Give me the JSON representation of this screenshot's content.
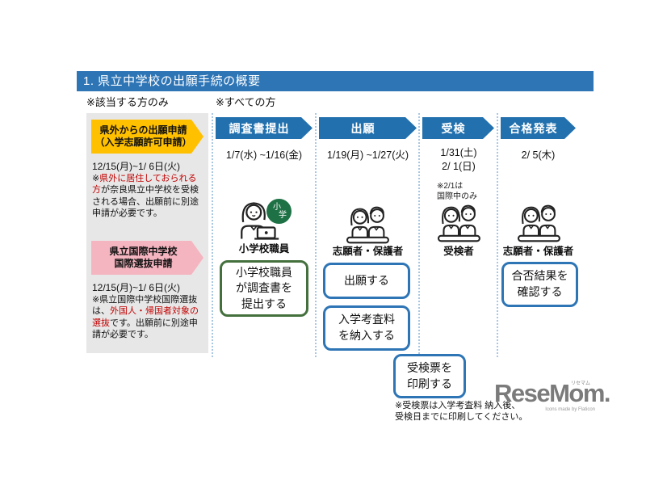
{
  "header": {
    "title": "1. 県立中学校の出願手続の概要"
  },
  "legend": {
    "applicable_only": "※該当する方のみ",
    "everyone": "※すべての方"
  },
  "side_panel": {
    "out_of_pref": {
      "banner": "県外からの出願申請\n（入学志願許可申請）",
      "period": "12/15(月)~1/ 6日(火)",
      "note_prefix": "※",
      "note_red": "県外に居住しておられる方",
      "note_rest": "が奈良県立中学校を受検される場合、出願前に別途申請が必要です。"
    },
    "intl_select": {
      "banner": "県立国際中学校\n国際選抜申請",
      "period": "12/15(月)~1/ 6日(火)",
      "note_head": "※県立国際中学校国際選抜は、",
      "note_red": "外国人・帰国者対象の選抜",
      "note_rest": "です。出願前に別途申請が必要です。"
    }
  },
  "steps": [
    {
      "label": "調査書提出",
      "period": "1/7(水) ~1/16(金)",
      "actor": "小学校職員",
      "action": "小学校職員\nが調査書を\n提出する"
    },
    {
      "label": "出願",
      "period": "1/19(月) ~1/27(火)",
      "actor": "志願者・保護者",
      "action1": "出願する",
      "action2": "入学考査料\nを納入する"
    },
    {
      "label": "受検",
      "period": "1/31(土)\n2/ 1(日)",
      "note": "※2/1は\n国際中のみ",
      "actor": "受検者"
    },
    {
      "label": "合格発表",
      "period": "2/ 5(木)",
      "actor": "志願者・保護者",
      "action": "合否結果を\n確認する"
    }
  ],
  "badge": {
    "line1": "小",
    "line2": "学"
  },
  "print_ticket_box": "受検票を\n印刷する",
  "footer_note": "※受検票は入学考査料 納入後、\n受検日までに印刷してください。",
  "logo": {
    "text": "ReseMom.",
    "ruby": "リセマム",
    "credit": "Icons made by Flaticon"
  },
  "colors": {
    "header_blue": "#2e75b6",
    "arrow_blue": "#2271ae",
    "banner_yellow": "#ffc000",
    "banner_pink": "#f5b5c0",
    "green_border": "#44703d",
    "badge_green": "#1e7145",
    "alert_red": "#c00000",
    "panel_gray": "#e8e7e7"
  }
}
